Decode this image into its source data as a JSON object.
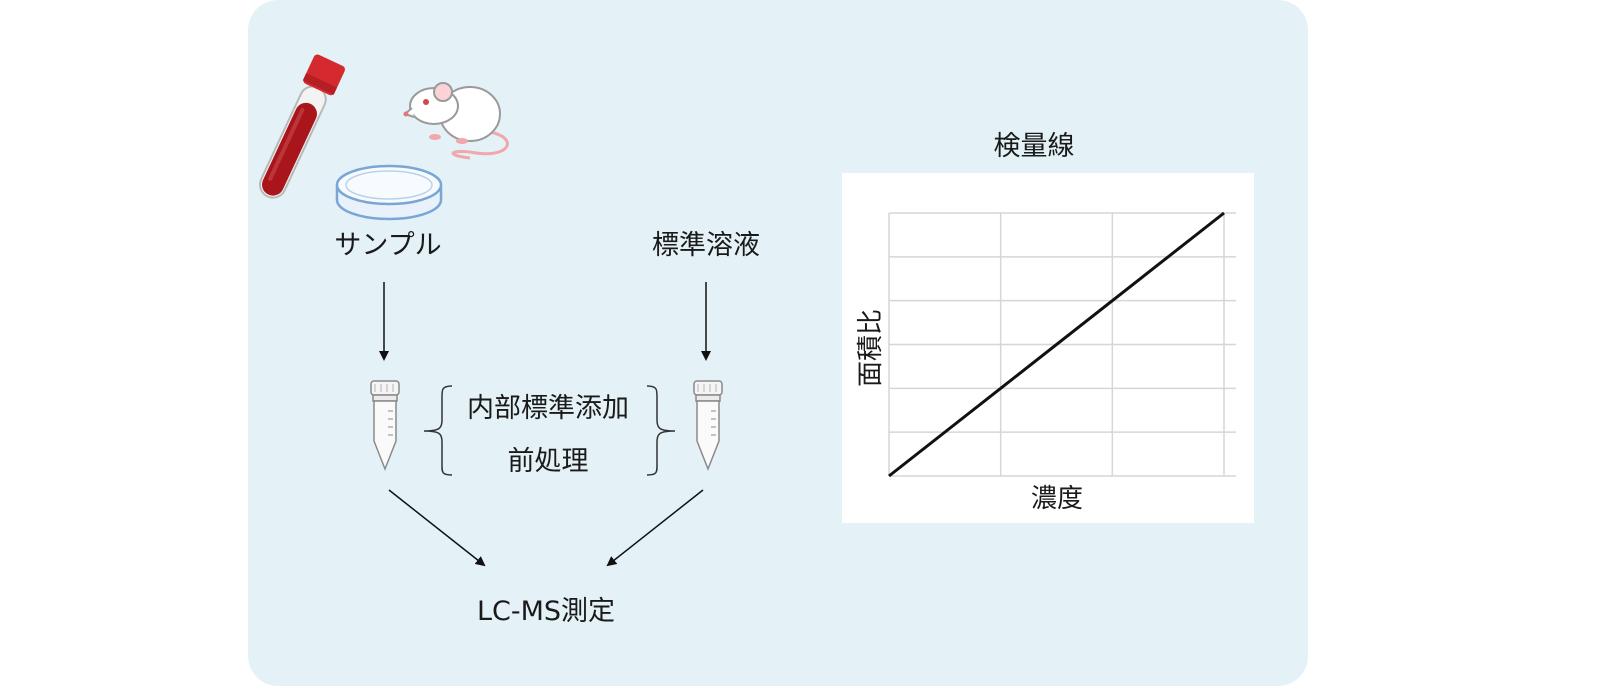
{
  "flow": {
    "sample_label": "サンプル",
    "standard_label": "標準溶液",
    "internal_standard_label": "内部標準添加",
    "pretreatment_label": "前処理",
    "measurement_label": "LC-MS測定"
  },
  "icons": {
    "blood_tube": "blood-tube-icon",
    "mouse": "mouse-icon",
    "petri_dish": "petri-dish-icon",
    "centrifuge_tube": "centrifuge-tube-icon"
  },
  "colors": {
    "panel_background": "#e4f2f8",
    "blood": "#a8161c",
    "cap": "#d42a2f",
    "line": "#111111",
    "grid": "#d6d6d6"
  },
  "chart_data": {
    "type": "line",
    "title": "検量線",
    "xlabel": "濃度",
    "ylabel": "面積比",
    "xlim": [
      0,
      3
    ],
    "ylim": [
      0,
      6
    ],
    "grid": true,
    "series": [
      {
        "x": [
          0,
          3
        ],
        "y": [
          0,
          6
        ]
      }
    ]
  }
}
